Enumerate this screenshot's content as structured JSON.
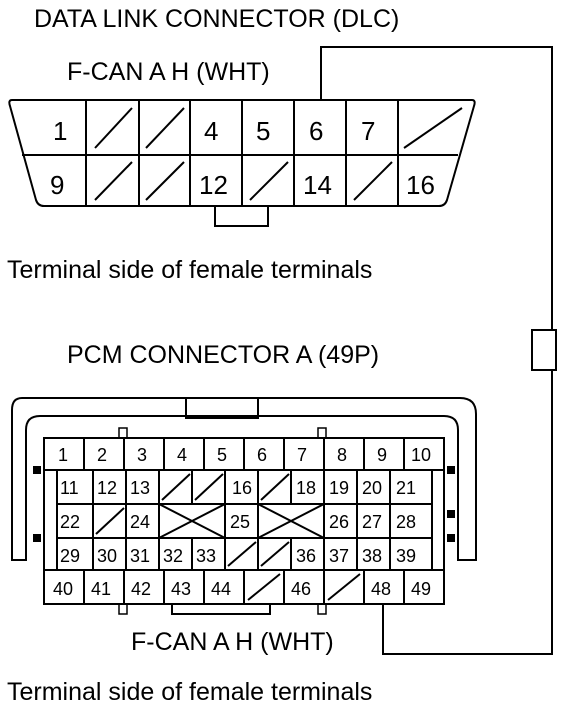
{
  "dlc": {
    "title": "DATA LINK CONNECTOR (DLC)",
    "wire_label": "F-CAN A H (WHT)",
    "caption": "Terminal side of female terminals",
    "row1": [
      "1",
      "",
      "",
      "4",
      "5",
      "6",
      "7",
      ""
    ],
    "row2": [
      "9",
      "",
      "",
      "12",
      "",
      "14",
      "",
      "16"
    ]
  },
  "pcm": {
    "title": "PCM CONNECTOR A (49P)",
    "wire_label": "F-CAN A H (WHT)",
    "caption": "Terminal side of female terminals",
    "row1": [
      "1",
      "2",
      "3",
      "4",
      "5",
      "6",
      "7",
      "8",
      "9",
      "10"
    ],
    "row2_left": [
      "11",
      "12",
      "13"
    ],
    "row2_mid": [
      "16"
    ],
    "row2_right": [
      "18",
      "19",
      "20",
      "21"
    ],
    "row3": [
      "22",
      "24",
      "25",
      "26",
      "27",
      "28"
    ],
    "row4": [
      "29",
      "30",
      "31",
      "32",
      "33",
      "36",
      "37",
      "38",
      "39"
    ],
    "row5": [
      "40",
      "41",
      "42",
      "43",
      "44",
      "46",
      "48",
      "49"
    ]
  }
}
